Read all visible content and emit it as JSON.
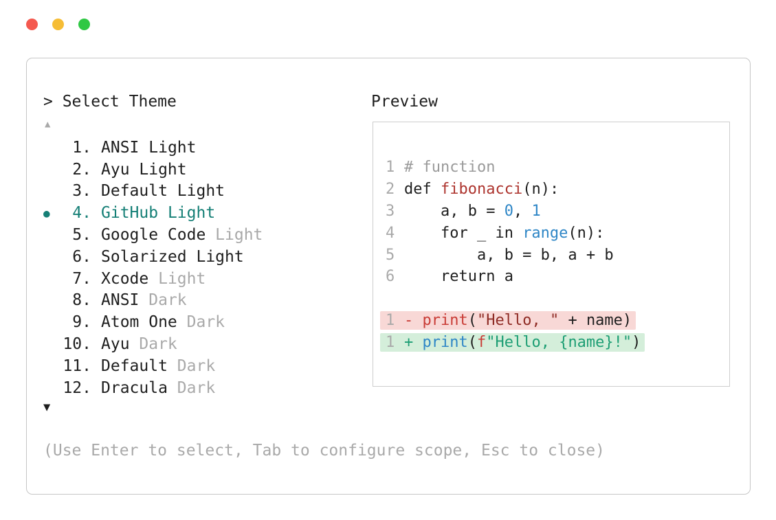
{
  "colors": {
    "text": "#1e1e1e",
    "muted": "#a9a9a9",
    "accent": "#157f76",
    "border": "#c6c6c6",
    "preview-border": "#cdcdcd",
    "comment": "#9a9a9a",
    "func": "#ad342e",
    "blue": "#2e86c6",
    "red": "#c93c36",
    "maroon": "#8f2c25",
    "teal": "#1d9e74",
    "del-bg": "#f8d8d6",
    "ins-bg": "#d4eeda",
    "traffic-red": "#f4594f",
    "traffic-yellow": "#f6bd35",
    "traffic-green": "#2fc844"
  },
  "window": {
    "traffic_lights": [
      "close",
      "minimize",
      "zoom"
    ]
  },
  "picker": {
    "prompt": "> Select Theme",
    "scroll_up_icon": "▲",
    "scroll_down_icon": "▼",
    "selected_bullet": "●",
    "items": [
      {
        "number": "1.",
        "name": "ANSI",
        "variant": "Light",
        "variant_muted": false,
        "selected": false
      },
      {
        "number": "2.",
        "name": "Ayu",
        "variant": "Light",
        "variant_muted": false,
        "selected": false
      },
      {
        "number": "3.",
        "name": "Default",
        "variant": "Light",
        "variant_muted": false,
        "selected": false
      },
      {
        "number": "4.",
        "name": "GitHub",
        "variant": "Light",
        "variant_muted": false,
        "selected": true
      },
      {
        "number": "5.",
        "name": "Google Code",
        "variant": "Light",
        "variant_muted": true,
        "selected": false
      },
      {
        "number": "6.",
        "name": "Solarized",
        "variant": "Light",
        "variant_muted": false,
        "selected": false
      },
      {
        "number": "7.",
        "name": "Xcode",
        "variant": "Light",
        "variant_muted": true,
        "selected": false
      },
      {
        "number": "8.",
        "name": "ANSI",
        "variant": "Dark",
        "variant_muted": true,
        "selected": false
      },
      {
        "number": "9.",
        "name": "Atom One",
        "variant": "Dark",
        "variant_muted": true,
        "selected": false
      },
      {
        "number": "10.",
        "name": "Ayu",
        "variant": "Dark",
        "variant_muted": true,
        "selected": false
      },
      {
        "number": "11.",
        "name": "Default",
        "variant": "Dark",
        "variant_muted": true,
        "selected": false
      },
      {
        "number": "12.",
        "name": "Dracula",
        "variant": "Dark",
        "variant_muted": true,
        "selected": false
      }
    ],
    "help_text": "(Use Enter to select, Tab to configure scope, Esc to close)"
  },
  "preview": {
    "label": "Preview",
    "code_lines": [
      {
        "ln": "1",
        "tokens": [
          [
            "# function",
            "comment"
          ]
        ]
      },
      {
        "ln": "2",
        "tokens": [
          [
            "def ",
            "plain"
          ],
          [
            "fibonacci",
            "func"
          ],
          [
            "(n):",
            "plain"
          ]
        ]
      },
      {
        "ln": "3",
        "tokens": [
          [
            "    a, b = ",
            "plain"
          ],
          [
            "0",
            "blue"
          ],
          [
            ", ",
            "plain"
          ],
          [
            "1",
            "blue"
          ]
        ]
      },
      {
        "ln": "4",
        "tokens": [
          [
            "    for _ in ",
            "plain"
          ],
          [
            "range",
            "blue"
          ],
          [
            "(n):",
            "plain"
          ]
        ]
      },
      {
        "ln": "5",
        "tokens": [
          [
            "        a, b = b, a + b",
            "plain"
          ]
        ]
      },
      {
        "ln": "6",
        "tokens": [
          [
            "    return a",
            "plain"
          ]
        ]
      }
    ],
    "diff_lines": [
      {
        "ln": "1",
        "kind": "removal",
        "tokens": [
          [
            "- ",
            "red"
          ],
          [
            "print",
            "red"
          ],
          [
            "(",
            "plain"
          ],
          [
            "\"Hello, \"",
            "maroon"
          ],
          [
            " + name)",
            "plain"
          ]
        ]
      },
      {
        "ln": "1",
        "kind": "addition",
        "tokens": [
          [
            "+ ",
            "teal"
          ],
          [
            "print",
            "blue"
          ],
          [
            "(",
            "plain"
          ],
          [
            "f",
            "red"
          ],
          [
            "\"Hello, {name}!\"",
            "teal"
          ],
          [
            ")",
            "plain"
          ]
        ]
      }
    ]
  }
}
